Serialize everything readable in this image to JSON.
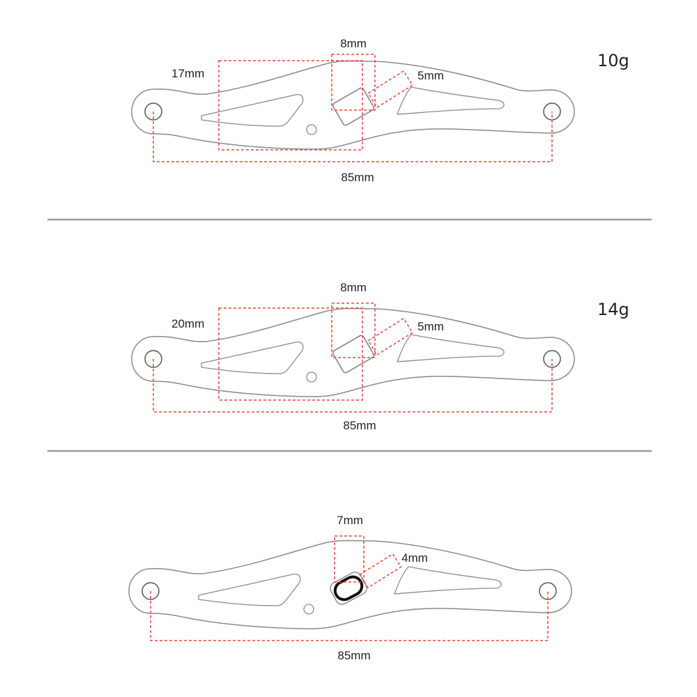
{
  "colors": {
    "dimension": "#e8453c",
    "outline": "#8a8a8a",
    "separator": "#9a9a9a",
    "text": "#222222"
  },
  "panels": [
    {
      "weight": "10g",
      "side_height": "17mm",
      "slot_width": "8mm",
      "slot_depth": "5mm",
      "length": "85mm"
    },
    {
      "weight": "14g",
      "side_height": "20mm",
      "slot_width": "8mm",
      "slot_depth": "5mm",
      "length": "85mm"
    },
    {
      "slot_width": "7mm",
      "slot_depth": "4mm",
      "length": "85mm"
    }
  ]
}
